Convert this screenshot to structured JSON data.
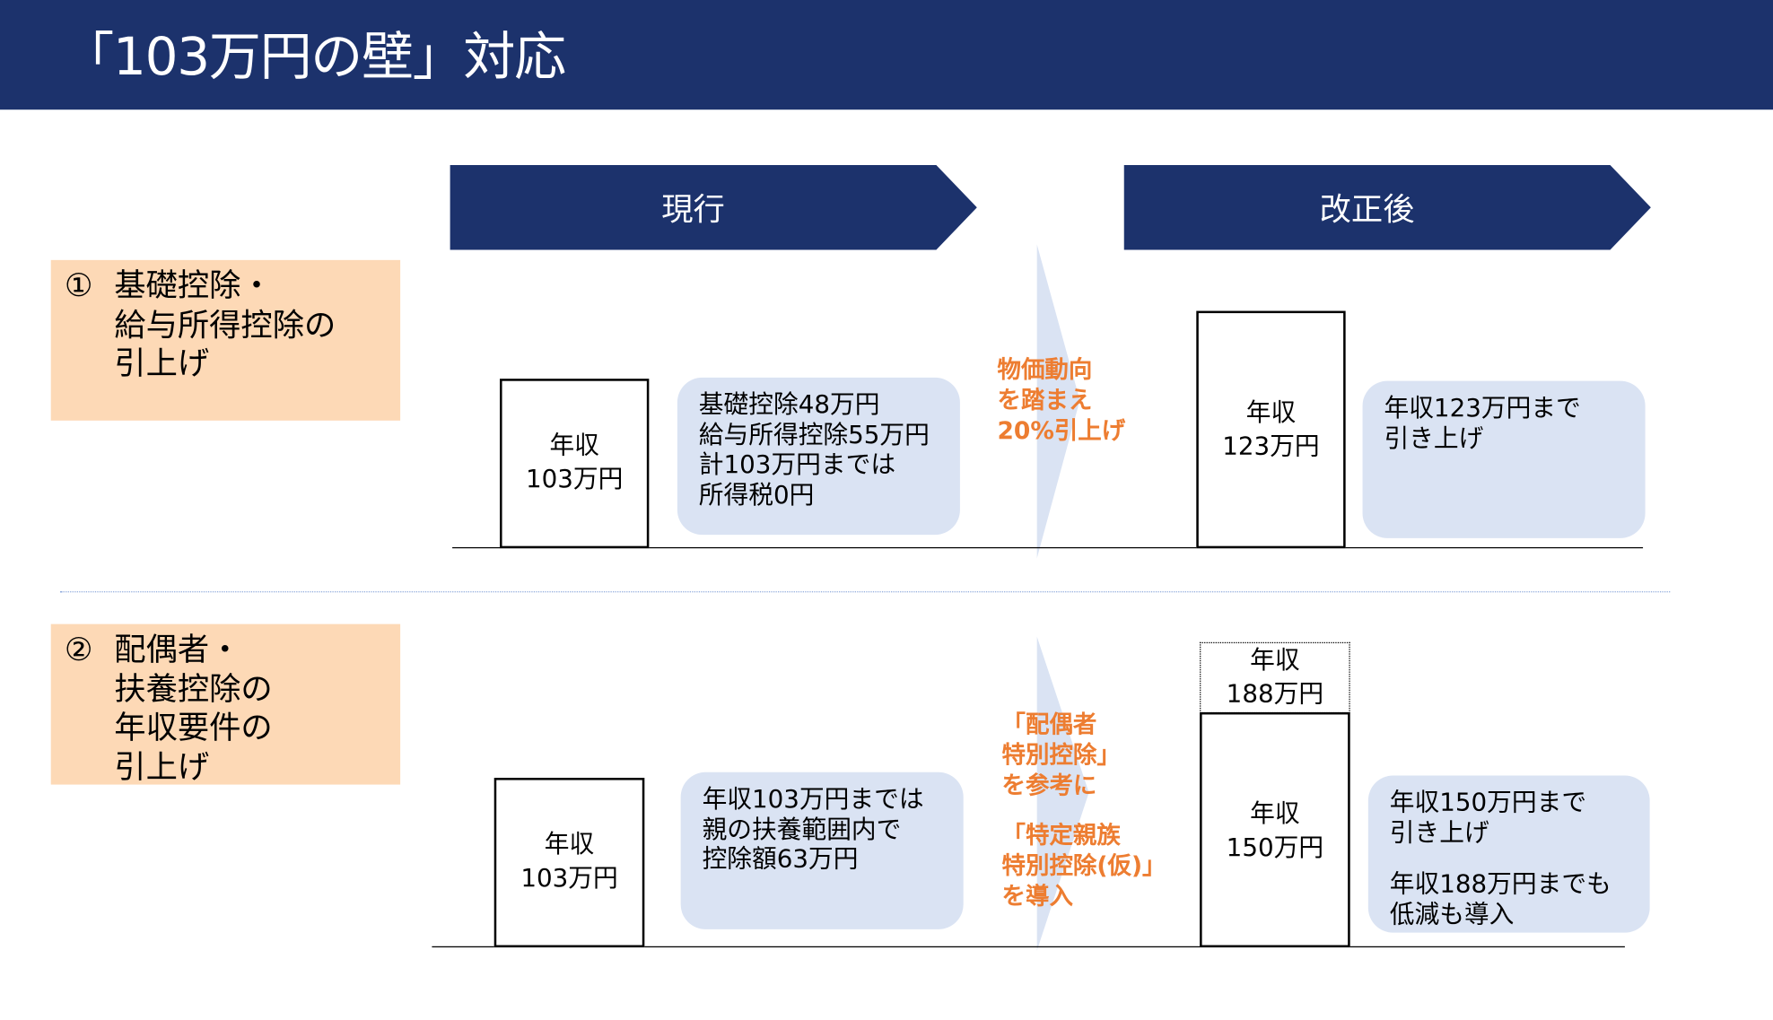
{
  "title": "「103万円の壁」対応",
  "headers": {
    "current": "現行",
    "revised": "改正後"
  },
  "colors": {
    "navy": "#1c326c",
    "peach": "#fdd9b6",
    "bubble": "#dae3f3",
    "orange": "#ed7d31"
  },
  "section1": {
    "number": "①",
    "label_lines": [
      "基礎控除・",
      "給与所得控除の",
      "引上げ"
    ],
    "current_box": [
      "年収",
      "103万円"
    ],
    "current_note": [
      "基礎控除48万円",
      "給与所得控除55万円",
      "計103万円までは",
      "所得税0円"
    ],
    "reason": [
      "物価動向",
      "を踏まえ",
      "20%引上げ"
    ],
    "revised_box": [
      "年収",
      "123万円"
    ],
    "revised_note": [
      "年収123万円まで",
      "引き上げ"
    ]
  },
  "section2": {
    "number": "②",
    "label_lines": [
      "配偶者・",
      "扶養控除の",
      "年収要件の",
      "引上げ"
    ],
    "current_box": [
      "年収",
      "103万円"
    ],
    "current_note": [
      "年収103万円までは",
      "親の扶養範囲内で",
      "控除額63万円"
    ],
    "reason": [
      "「配偶者",
      "特別控除」",
      "を参考に",
      "「特定親族",
      "特別控除(仮)」",
      "を導入"
    ],
    "revised_upper_box": [
      "年収",
      "188万円"
    ],
    "revised_box": [
      "年収",
      "150万円"
    ],
    "revised_note": [
      "年収150万円まで",
      "引き上げ",
      "年収188万円までも",
      "低減も導入"
    ]
  }
}
